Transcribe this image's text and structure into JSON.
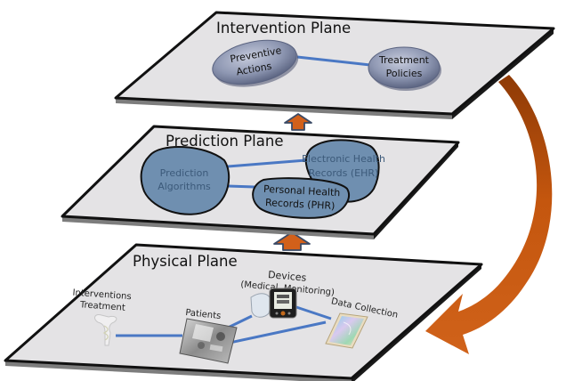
{
  "colors": {
    "plane_fill": "#e4e3e5",
    "plane_edge": "#111111",
    "plane_side": "#8a8a8a",
    "link": "#4a78c4",
    "arrow": "#c4560e",
    "arrow_dark": "#9a3f08",
    "ellipse_top": "#9aa3bd",
    "blob_fill": "#6f8fb0"
  },
  "planes": {
    "intervention": {
      "title": "Intervention Plane",
      "nodes": [
        {
          "id": "preventive",
          "lines": [
            "Preventive",
            "Actions"
          ]
        },
        {
          "id": "treatment",
          "lines": [
            "Treatment",
            "Policies"
          ]
        }
      ]
    },
    "prediction": {
      "title": "Prediction Plane",
      "nodes": [
        {
          "id": "algorithms",
          "lines": [
            "Prediction",
            "Algorithms"
          ]
        },
        {
          "id": "ehr",
          "lines": [
            "Electronic Health",
            "Records (EHR)"
          ]
        },
        {
          "id": "phr",
          "lines": [
            "Personal Health",
            "Records (PHR)"
          ]
        }
      ]
    },
    "physical": {
      "title": "Physical Plane",
      "nodes": [
        {
          "id": "interventions",
          "lines": [
            "Interventions",
            "Treatment"
          ],
          "icon": "caduceus-icon"
        },
        {
          "id": "patients",
          "lines": [
            "Patients"
          ],
          "icon": "patients-photo"
        },
        {
          "id": "devices",
          "lines": [
            "Devices",
            "(Medical, Monitoring)"
          ],
          "icon": "blood-pressure-monitor-icon"
        },
        {
          "id": "data_collection",
          "lines": [
            "Data Collection"
          ],
          "icon": "smartphone-icon"
        }
      ]
    }
  }
}
